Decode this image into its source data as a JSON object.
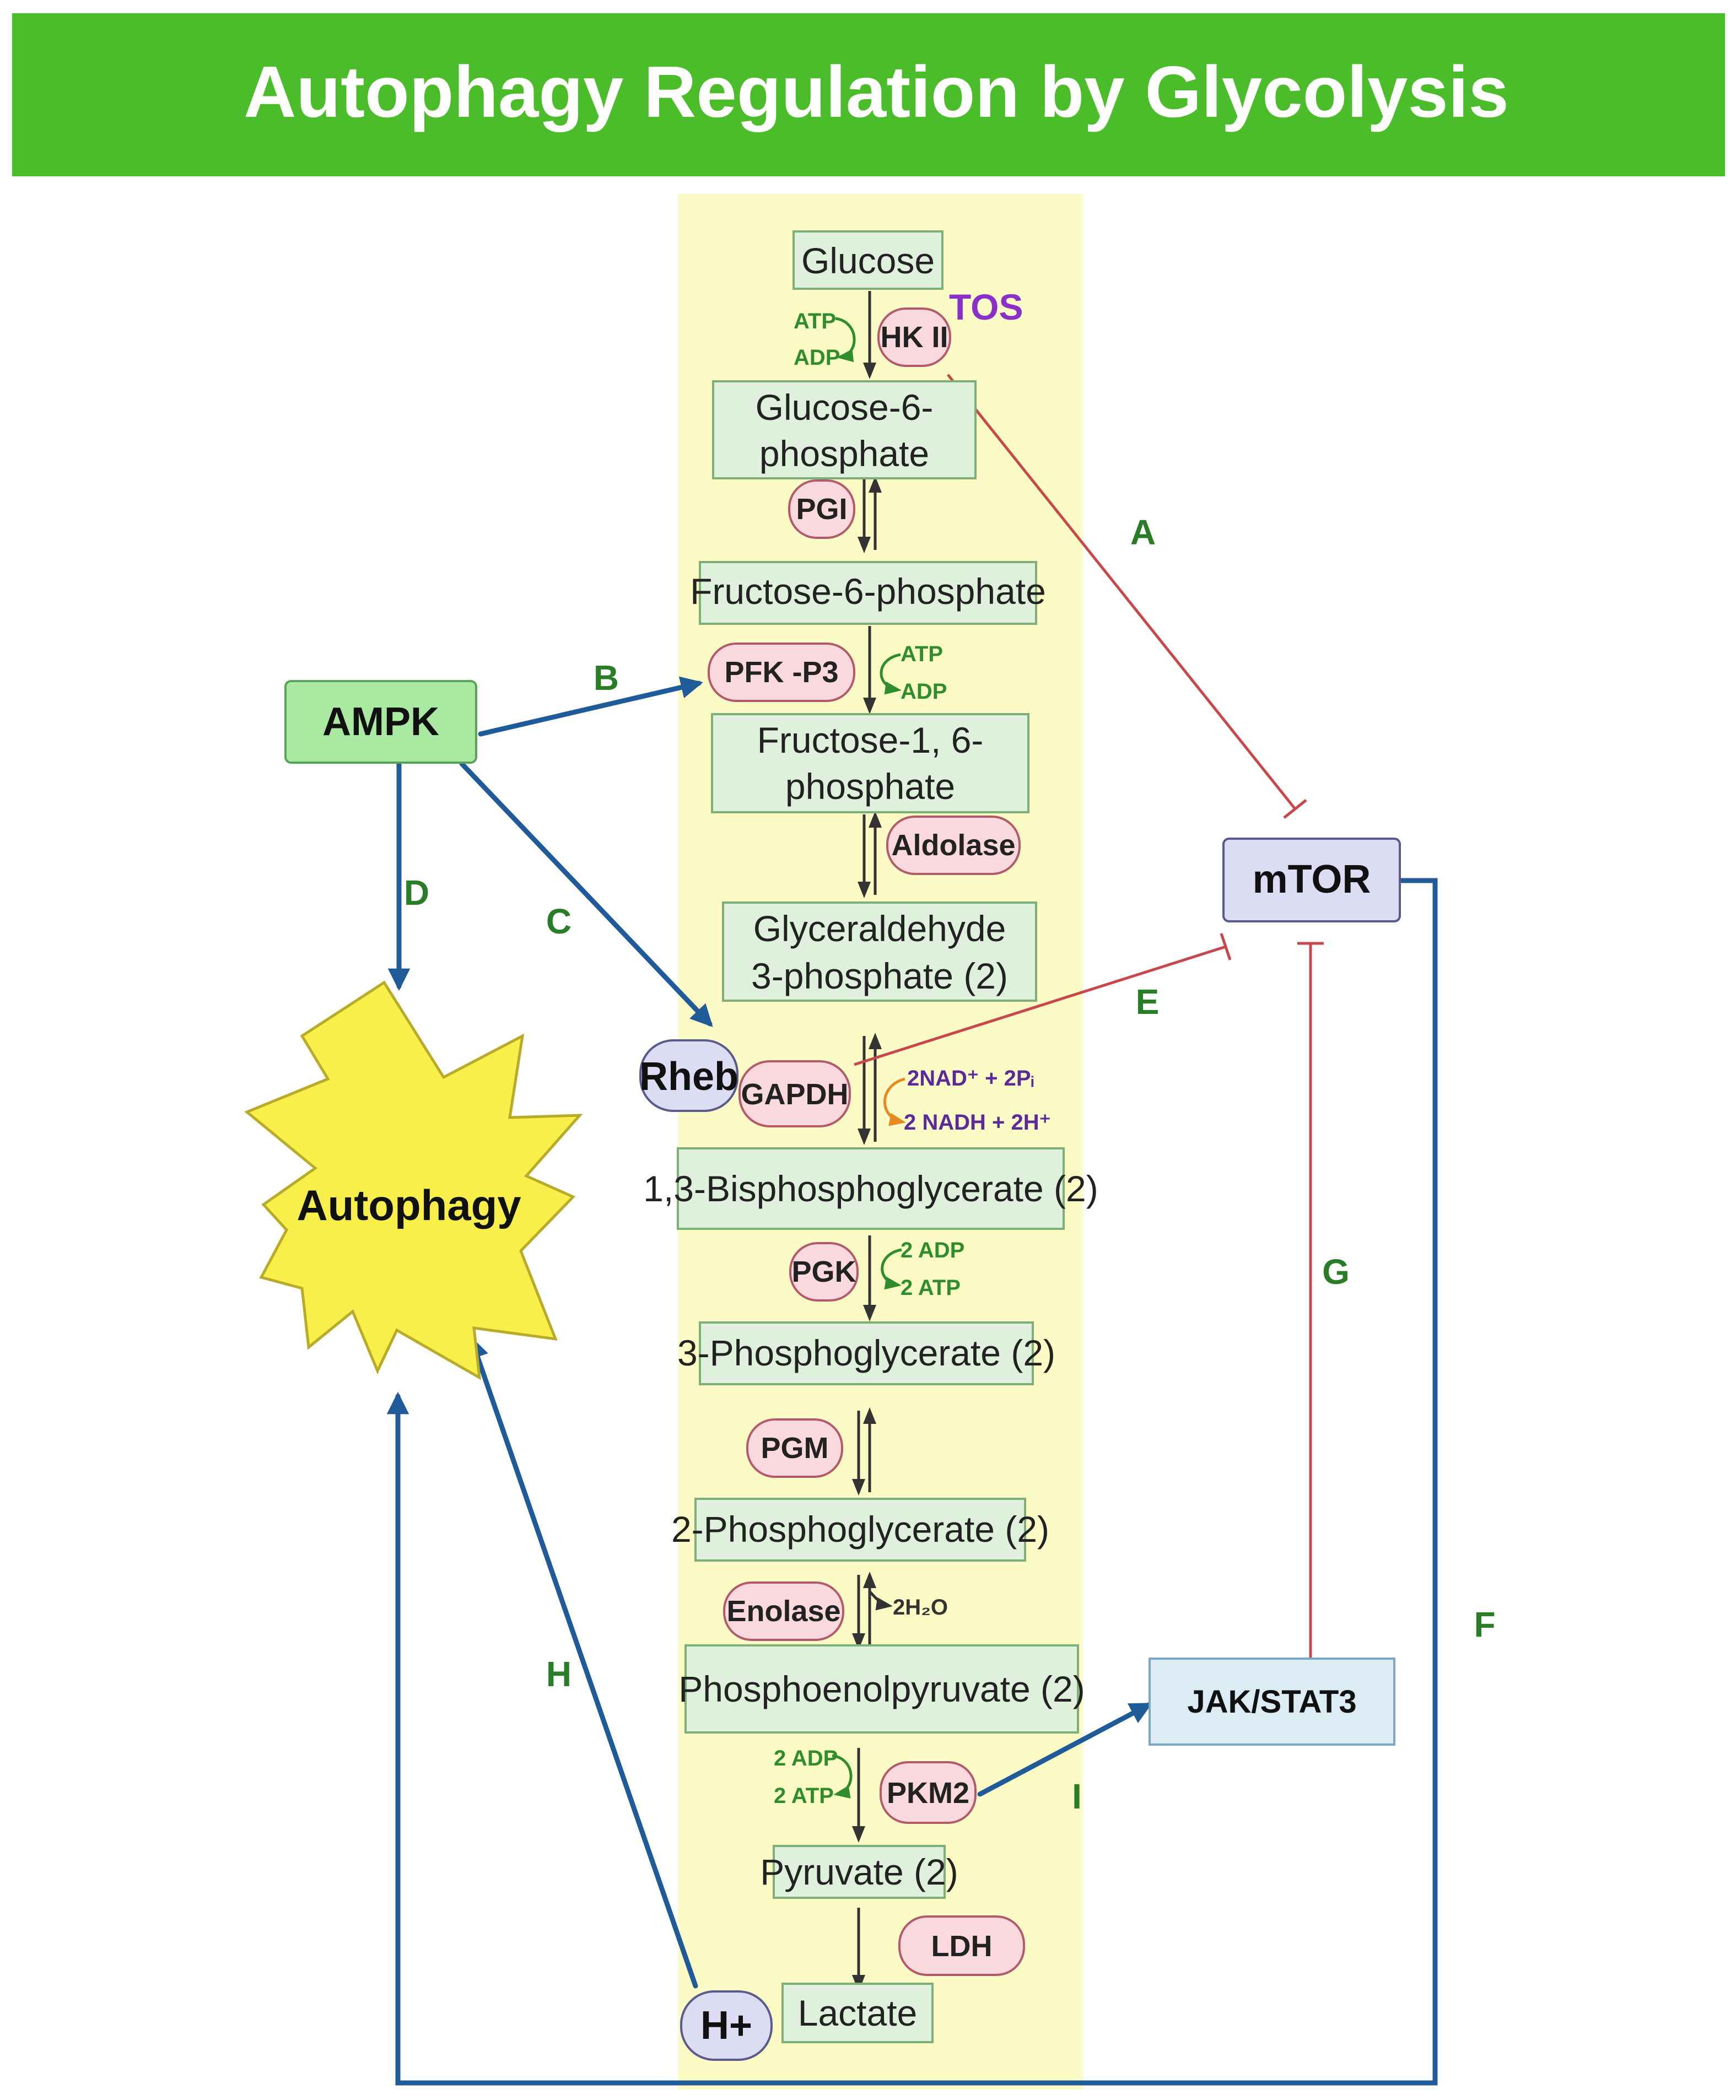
{
  "title": "Autophagy Regulation by Glycolysis",
  "colors": {
    "title_bg": "#4cbd2a",
    "pathway_bg": "#fdfbc5",
    "metabolite_fill": "#dff1dc",
    "metabolite_stroke": "#7fae78",
    "enzyme_fill": "#f9d9dd",
    "enzyme_stroke": "#b35a6a",
    "regulator_fill": "#dcdcf3",
    "jak_fill": "#dcecf5",
    "ampk_fill": "#a9e9a2",
    "activation": "#1f5b98",
    "inhibition": "#c9474a",
    "letter": "#2a7d27",
    "cofactor_green": "#2f8e2b",
    "tos": "#8a2fc9",
    "nad": "#5b2a98"
  },
  "metabolites": {
    "glucose": "Glucose",
    "g6p_line1": "Glucose-6-",
    "g6p_line2": "phosphate",
    "f6p": "Fructose-6-phosphate",
    "f16bp_line1": "Fructose-1, 6-",
    "f16bp_line2": "phosphate",
    "gap_line1": "Glyceraldehyde",
    "gap_line2": "3-phosphate (2)",
    "bpg": "1,3-Bisphosphoglycerate (2)",
    "pg3": "3-Phosphoglycerate (2)",
    "pg2": "2-Phosphoglycerate (2)",
    "pep": "Phosphoenolpyruvate (2)",
    "pyruvate": "Pyruvate (2)",
    "lactate": "Lactate"
  },
  "enzymes": {
    "hk2": "HK II",
    "pgi": "PGI",
    "pfk": "PFK -P3",
    "aldolase": "Aldolase",
    "gapdh": "GAPDH",
    "pgk": "PGK",
    "pgm": "PGM",
    "enolase": "Enolase",
    "pkm2": "PKM2",
    "ldh": "LDH"
  },
  "cofactors": {
    "hk_in": "ATP",
    "hk_out": "ADP",
    "pfk_in": "ATP",
    "pfk_out": "ADP",
    "gapdh_in": "2NAD⁺ + 2Pᵢ",
    "gapdh_out": "2 NADH + 2H⁺",
    "pgk_in": "2 ADP",
    "pgk_out": "2 ATP",
    "enolase_out": "2H₂O",
    "pkm_in": "2 ADP",
    "pkm_out": "2 ATP"
  },
  "regulators": {
    "tos": "TOS",
    "ampk": "AMPK",
    "mtor": "mTOR",
    "rheb": "Rheb",
    "jak": "JAK/STAT3",
    "hplus": "H+",
    "autophagy": "Autophagy"
  },
  "edge_labels": {
    "a": "A",
    "b": "B",
    "c": "C",
    "d": "D",
    "e": "E",
    "f": "F",
    "g": "G",
    "h": "H",
    "i": "I"
  }
}
